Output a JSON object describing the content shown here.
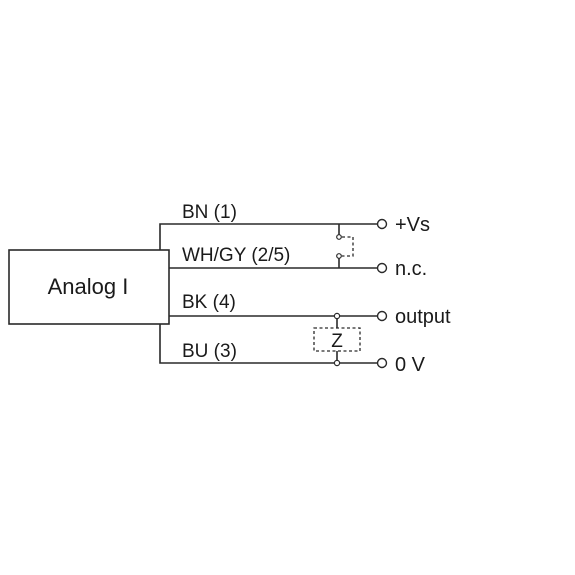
{
  "device": {
    "label": "Analog I"
  },
  "wires": [
    {
      "id": "bn",
      "label": "BN (1)",
      "terminal": "+Vs"
    },
    {
      "id": "whgy",
      "label": "WH/GY (2/5)",
      "terminal": "n.c."
    },
    {
      "id": "bk",
      "label": "BK (4)",
      "terminal": "output"
    },
    {
      "id": "bu",
      "label": "BU (3)",
      "terminal": "0 V"
    }
  ],
  "load": {
    "label": "Z"
  }
}
